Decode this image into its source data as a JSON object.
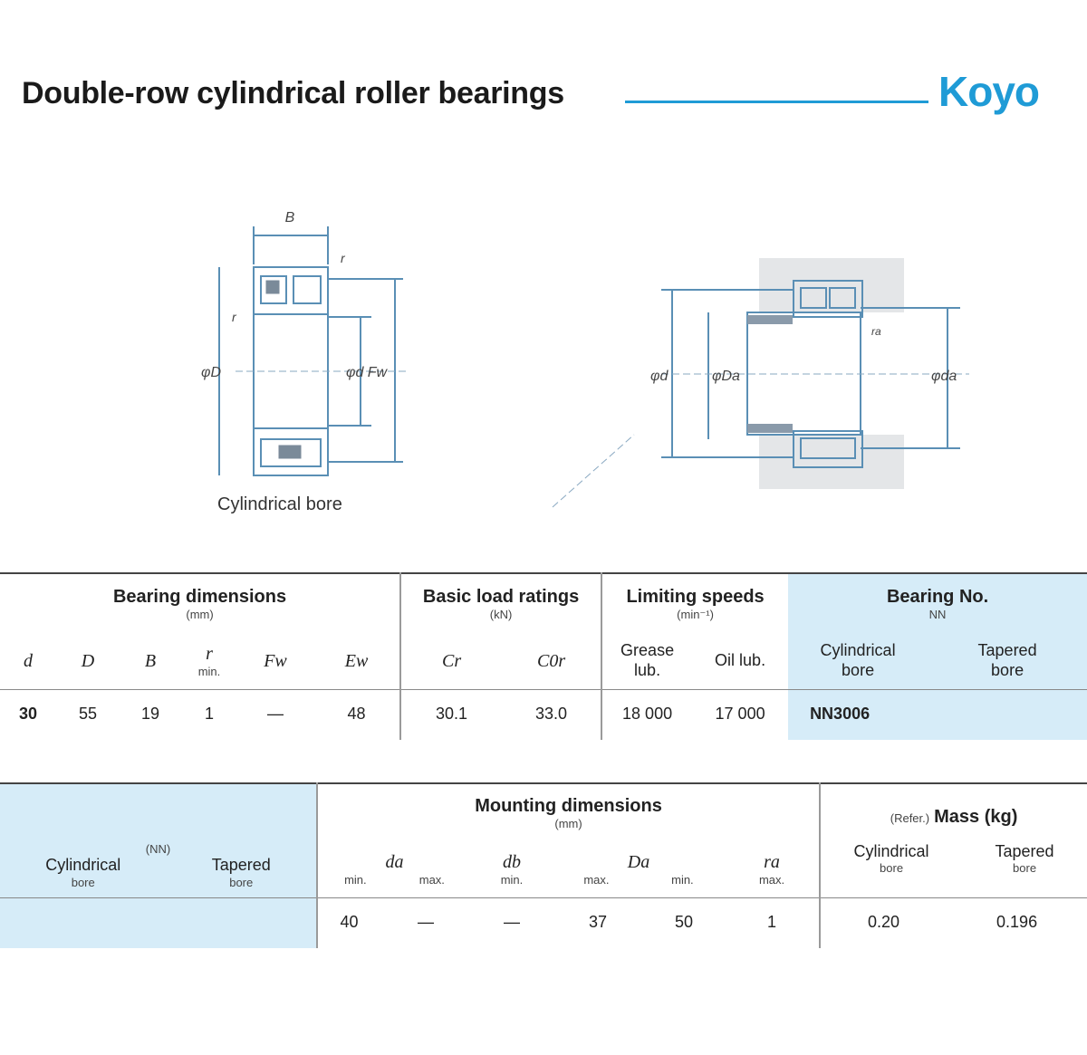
{
  "header": {
    "title": "Double-row cylindrical roller bearings",
    "brand": "Koyo"
  },
  "drawing": {
    "caption": "Cylindrical bore",
    "labels": {
      "top": "B",
      "r_top": "r",
      "r_left": "r",
      "D": "φD",
      "d": "φd",
      "Fw": "φd Fw",
      "da": "φda",
      "Da": "φDa",
      "ra": "ra",
      "rb": "ra"
    }
  },
  "table1": {
    "groups": {
      "dims": "Bearing dimensions",
      "dims_unit": "(mm)",
      "load": "Basic load ratings",
      "load_unit": "(kN)",
      "speed": "Limiting speeds",
      "speed_unit": "(min⁻¹)",
      "bno": "Bearing No.",
      "bno_sub": "NN"
    },
    "cols": {
      "d": "d",
      "D": "D",
      "B": "B",
      "r": "r",
      "r_sub": "min.",
      "Fw": "Fw",
      "Ew": "Ew",
      "Cr": "Cr",
      "C0r": "C0r",
      "grease": "Grease",
      "grease_sub": "lub.",
      "oil": "Oil lub.",
      "cyl": "Cylindrical",
      "cyl_sub": "bore",
      "tap": "Tapered",
      "tap_sub": "bore"
    },
    "row": {
      "d": "30",
      "D": "55",
      "B": "19",
      "r": "1",
      "Fw": "—",
      "Ew": "48",
      "Cr": "30.1",
      "C0r": "33.0",
      "grease": "18 000",
      "oil": "17 000",
      "cyl": "NN3006",
      "tap": ""
    }
  },
  "table2": {
    "sleeve": {
      "sub": "(NN)",
      "cyl": "Cylindrical",
      "cyl_sub": "bore",
      "tap": "Tapered",
      "tap_sub": "bore"
    },
    "mount": {
      "title": "Mounting dimensions",
      "unit": "(mm)",
      "da": "da",
      "db": "db",
      "Da": "Da",
      "ra": "ra",
      "min": "min.",
      "max": "max."
    },
    "mass": {
      "title_pre": "(Refer.)",
      "title": "Mass (kg)",
      "cyl": "Cylindrical",
      "cyl_sub": "bore",
      "tap": "Tapered",
      "tap_sub": "bore"
    },
    "row": {
      "da_min": "40",
      "da_max": "—",
      "db_min": "—",
      "Da_max": "37",
      "Da_min": "50",
      "ra_max": "1",
      "mass_cyl": "0.20",
      "mass_tap": "0.196"
    }
  },
  "colors": {
    "accent": "#1f9bd6",
    "highlight": "#d6ecf8",
    "line": "#5a8fb5"
  }
}
